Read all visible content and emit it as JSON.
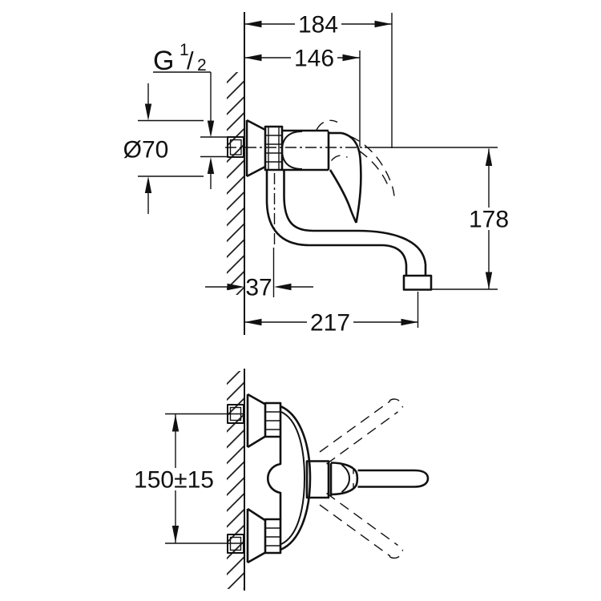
{
  "colors": {
    "background": "#ffffff",
    "line": "#111111"
  },
  "drawing_type": "technical-dimension-drawing",
  "views": {
    "side": {
      "dims": {
        "width_max": "184",
        "width_handle": "146",
        "height": "178",
        "spout_offset": "37",
        "spout_reach": "217",
        "escutcheon_diameter": "Ø70",
        "thread": {
          "prefix": "G",
          "sup": "1",
          "slash": "/",
          "sub": "2"
        }
      }
    },
    "top": {
      "dims": {
        "connection_distance": "150±15"
      }
    }
  }
}
